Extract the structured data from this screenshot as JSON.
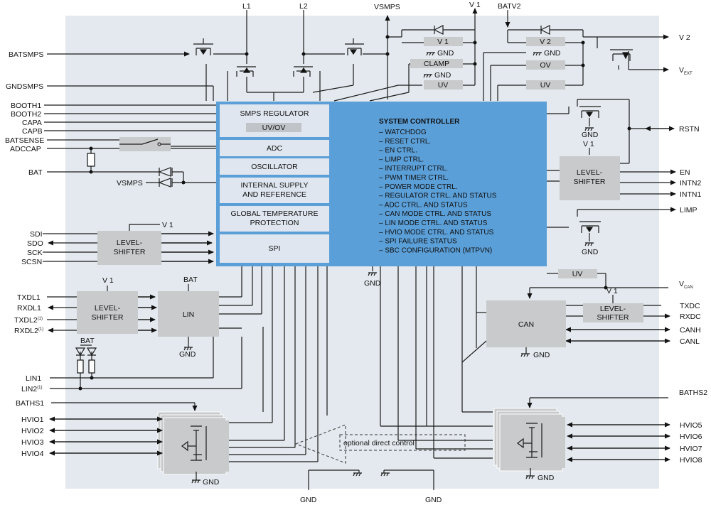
{
  "pins_left": {
    "batsmps": "BATSMPS",
    "gndsmps": "GNDSMPS",
    "booth1": "BOOTH1",
    "booth2": "BOOTH2",
    "capa": "CAPA",
    "capb": "CAPB",
    "batsense": "BATSENSE",
    "adccap": "ADCCAP",
    "bat": "BAT",
    "vsmps": "VSMPS",
    "sdi": "SDI",
    "sdo": "SDO",
    "sck": "SCK",
    "scsn": "SCSN",
    "txdl1": "TXDL1",
    "rxdl1": "RXDL1",
    "txdl2": "TXDL2",
    "rxdl2": "RXDL2",
    "lin1": "LIN1",
    "lin2": "LIN2",
    "baths1": "BATHS1",
    "hvio1": "HVIO1",
    "hvio2": "HVIO2",
    "hvio3": "HVIO3",
    "hvio4": "HVIO4"
  },
  "pins_top": {
    "l1": "L1",
    "l2": "L2",
    "vsmps": "VSMPS",
    "v1": "V 1",
    "batv2": "BATV2"
  },
  "pins_right": {
    "v2": "V 2",
    "vext": "V",
    "vext_sub": "EXT",
    "rstn": "RSTN",
    "en": "EN",
    "intn2": "INTN2",
    "intn1": "INTN1",
    "limp": "LIMP",
    "vcan": "V",
    "vcan_sub": "CAN",
    "txdc": "TXDC",
    "rxdc": "RXDC",
    "canh": "CANH",
    "canl": "CANL",
    "baths2": "BATHS2",
    "hvio5": "HVIO5",
    "hvio6": "HVIO6",
    "hvio7": "HVIO7",
    "hvio8": "HVIO8"
  },
  "superscript": "(1)",
  "blocks": {
    "smps_regulator": "SMPS REGULATOR",
    "uvov": "UV/OV",
    "adc": "ADC",
    "oscillator": "OSCILLATOR",
    "internal_supply": [
      "INTERNAL SUPPLY",
      "AND REFERENCE"
    ],
    "global_temp": [
      "GLOBAL TEMPERATURE",
      "PROTECTION"
    ],
    "spi": "SPI",
    "level_shifter": [
      "LEVEL-",
      "SHIFTER"
    ],
    "lin": "LIN",
    "can": "CAN",
    "v1_box": "V 1",
    "v2_box": "V 2",
    "clamp": "CLAMP",
    "uv": "UV",
    "ov": "OV"
  },
  "system_controller": {
    "title": "SYSTEM CONTROLLER",
    "items": [
      "– WATCHDOG",
      "– RESET CTRL.",
      "– EN CTRL.",
      "– LIMP CTRL.",
      "– INTERRUPT CTRL.",
      "– PWM TIMER CTRL.",
      "– POWER MODE CTRL.",
      "– REGULATOR CTRL. AND STATUS",
      "– ADC CTRL. AND STATUS",
      "– CAN MODE CTRL. AND STATUS",
      "– LIN MODE CTRL. AND STATUS",
      "– HVIO MODE CTRL. AND STATUS",
      "– SPI FAILURE STATUS",
      "– SBC CONFIGURATION (MTPVN)"
    ]
  },
  "labels": {
    "gnd": "GND",
    "v1": "V 1",
    "bat": "BAT",
    "optional_direct_control": "optional direct control"
  },
  "colors": {
    "background_panel": "#e3e9ee",
    "controller_blue": "#5b9fd8",
    "controller_light": "#dfe6ef",
    "block_grey": "#c8cacb"
  }
}
